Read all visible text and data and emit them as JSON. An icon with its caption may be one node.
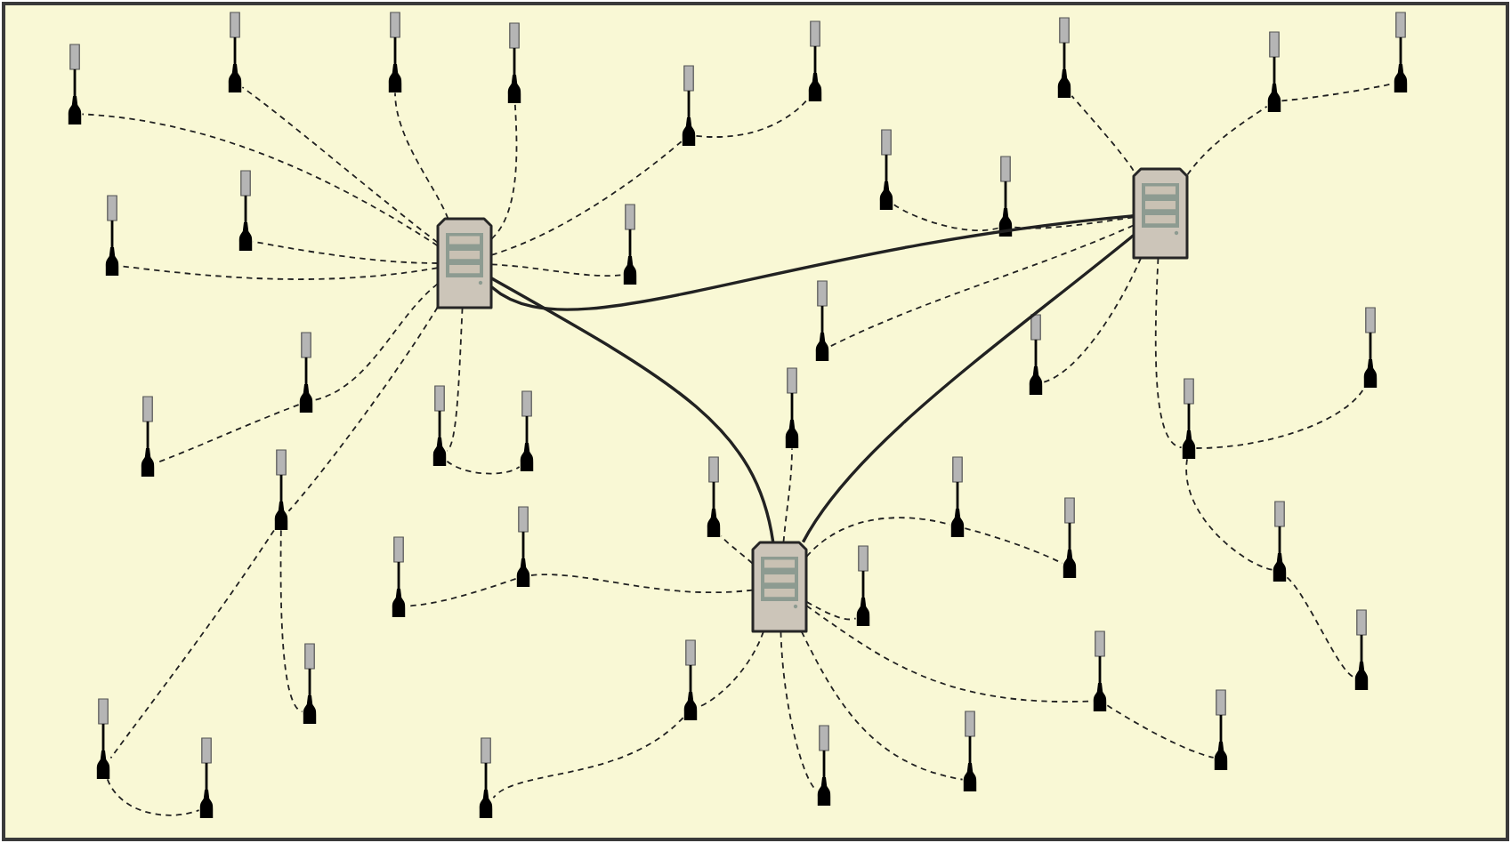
{
  "diagram": {
    "nodes": [
      {
        "text": [],
        "shape": "sensor"
      },
      {
        "text": [],
        "shape": "sensor"
      },
      {
        "text": [],
        "shape": "sensor"
      },
      {
        "text": [],
        "shape": "sensor"
      },
      {
        "text": [],
        "shape": "sensor"
      },
      {
        "text": [],
        "shape": "sensor"
      },
      {
        "text": [],
        "shape": "sensor"
      },
      {
        "text": [],
        "shape": "sensor"
      },
      {
        "text": [],
        "shape": "sensor"
      },
      {
        "text": [],
        "shape": "sensor"
      },
      {
        "text": [],
        "shape": "sensor"
      },
      {
        "text": [],
        "shape": "server"
      },
      {
        "text": [],
        "shape": "sensor"
      },
      {
        "text": [],
        "shape": "sensor"
      },
      {
        "text": [],
        "shape": "sensor"
      },
      {
        "text": [],
        "shape": "server"
      },
      {
        "text": [],
        "shape": "sensor"
      },
      {
        "text": [],
        "shape": "sensor"
      },
      {
        "text": [],
        "shape": "sensor"
      },
      {
        "text": [],
        "shape": "sensor"
      },
      {
        "text": [],
        "shape": "sensor"
      },
      {
        "text": [],
        "shape": "sensor"
      },
      {
        "text": [],
        "shape": "sensor"
      },
      {
        "text": [],
        "shape": "sensor"
      },
      {
        "text": [],
        "shape": "sensor"
      },
      {
        "text": [],
        "shape": "sensor"
      },
      {
        "text": [],
        "shape": "sensor"
      },
      {
        "text": [],
        "shape": "sensor"
      },
      {
        "text": [],
        "shape": "sensor"
      },
      {
        "text": [],
        "shape": "server"
      },
      {
        "text": [],
        "shape": "sensor"
      },
      {
        "text": [],
        "shape": "sensor"
      },
      {
        "text": [],
        "shape": "sensor"
      },
      {
        "text": [],
        "shape": "sensor"
      },
      {
        "text": [],
        "shape": "sensor"
      },
      {
        "text": [],
        "shape": "sensor"
      },
      {
        "text": [],
        "shape": "sensor"
      },
      {
        "text": [],
        "shape": "sensor"
      },
      {
        "text": [],
        "shape": "sensor"
      },
      {
        "text": [],
        "shape": "sensor"
      },
      {
        "text": [],
        "shape": "sensor"
      },
      {
        "text": [],
        "shape": "sensor"
      },
      {
        "text": [],
        "shape": "sensor"
      },
      {
        "text": [],
        "shape": "sensor"
      }
    ],
    "edges": [
      {
        "from": 11,
        "to": 15,
        "arrow": "none"
      },
      {
        "from": 11,
        "to": 29,
        "arrow": "none"
      },
      {
        "from": 29,
        "to": 15,
        "arrow": "none"
      },
      {
        "from": 11,
        "to": 0,
        "arrow": "none",
        "style": "dashed"
      },
      {
        "from": 11,
        "to": 1,
        "arrow": "none",
        "style": "dashed"
      },
      {
        "from": 11,
        "to": 2,
        "arrow": "none",
        "style": "dashed"
      },
      {
        "from": 11,
        "to": 3,
        "arrow": "none",
        "style": "dashed"
      },
      {
        "from": 11,
        "to": 4,
        "arrow": "none",
        "style": "dashed"
      },
      {
        "from": 4,
        "to": 5,
        "arrow": "none",
        "style": "dashed"
      },
      {
        "from": 11,
        "to": 12,
        "arrow": "none",
        "style": "dashed"
      },
      {
        "from": 11,
        "to": 9,
        "arrow": "none",
        "style": "dashed"
      },
      {
        "from": 11,
        "to": 10,
        "arrow": "none",
        "style": "dashed"
      },
      {
        "from": 11,
        "to": 17,
        "arrow": "none",
        "style": "dashed"
      },
      {
        "from": 17,
        "to": 16,
        "arrow": "none",
        "style": "dashed"
      },
      {
        "from": 11,
        "to": 25,
        "arrow": "none",
        "style": "dashed"
      },
      {
        "from": 25,
        "to": 34,
        "arrow": "none",
        "style": "dashed"
      },
      {
        "from": 34,
        "to": 35,
        "arrow": "none",
        "style": "dashed"
      },
      {
        "from": 25,
        "to": 36,
        "arrow": "none",
        "style": "dashed"
      },
      {
        "from": 11,
        "to": 18,
        "arrow": "none",
        "style": "dashed"
      },
      {
        "from": 18,
        "to": 19,
        "arrow": "none",
        "style": "dashed"
      },
      {
        "from": 15,
        "to": 6,
        "arrow": "none",
        "style": "dashed"
      },
      {
        "from": 15,
        "to": 7,
        "arrow": "none",
        "style": "dashed"
      },
      {
        "from": 7,
        "to": 8,
        "arrow": "none",
        "style": "dashed"
      },
      {
        "from": 15,
        "to": 14,
        "arrow": "none",
        "style": "dashed"
      },
      {
        "from": 14,
        "to": 13,
        "arrow": "none",
        "style": "dashed"
      },
      {
        "from": 15,
        "to": 21,
        "arrow": "none",
        "style": "dashed"
      },
      {
        "from": 15,
        "to": 22,
        "arrow": "none",
        "style": "dashed"
      },
      {
        "from": 15,
        "to": 23,
        "arrow": "none",
        "style": "dashed"
      },
      {
        "from": 23,
        "to": 24,
        "arrow": "none",
        "style": "dashed"
      },
      {
        "from": 23,
        "to": 33,
        "arrow": "none",
        "style": "dashed"
      },
      {
        "from": 33,
        "to": 43,
        "arrow": "none",
        "style": "dashed"
      },
      {
        "from": 29,
        "to": 20,
        "arrow": "none",
        "style": "dashed"
      },
      {
        "from": 29,
        "to": 28,
        "arrow": "none",
        "style": "dashed"
      },
      {
        "from": 29,
        "to": 27,
        "arrow": "none",
        "style": "dashed"
      },
      {
        "from": 27,
        "to": 26,
        "arrow": "none",
        "style": "dashed"
      },
      {
        "from": 29,
        "to": 31,
        "arrow": "none",
        "style": "dashed"
      },
      {
        "from": 31,
        "to": 32,
        "arrow": "none",
        "style": "dashed"
      },
      {
        "from": 29,
        "to": 30,
        "arrow": "none",
        "style": "dashed"
      },
      {
        "from": 29,
        "to": 41,
        "arrow": "none",
        "style": "dashed"
      },
      {
        "from": 41,
        "to": 42,
        "arrow": "none",
        "style": "dashed"
      },
      {
        "from": 29,
        "to": 40,
        "arrow": "none",
        "style": "dashed"
      },
      {
        "from": 29,
        "to": 39,
        "arrow": "none",
        "style": "dashed"
      },
      {
        "from": 29,
        "to": 38,
        "arrow": "none",
        "style": "dashed"
      },
      {
        "from": 38,
        "to": 37,
        "arrow": "none",
        "style": "dashed"
      }
    ]
  }
}
